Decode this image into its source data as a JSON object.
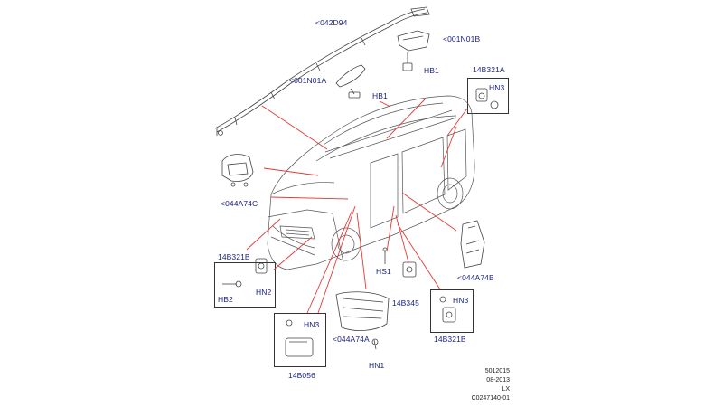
{
  "labels": {
    "l042D94": "<042D94",
    "l001N01B": "<001N01B",
    "lHB1a": "HB1",
    "l14B321A": "14B321A",
    "lHN3a": "HN3",
    "l001N01A": "<001N01A",
    "lHB1b": "HB1",
    "l044A74C": "<044A74C",
    "l14B321B_left": "14B321B",
    "lHB2": "HB2",
    "lHN2": "HN2",
    "lHN3b": "HN3",
    "l14B056": "14B056",
    "l044A74A": "<044A74A",
    "lHN1": "HN1",
    "lHS1": "HS1",
    "l14B345": "14B345",
    "lHN3c": "HN3",
    "l14B321B_right": "14B321B",
    "l044A74B": "<044A74B"
  },
  "footer": {
    "line1": "5012015",
    "line2": "08-2013",
    "line3": "LX",
    "line4": "C0247140-01"
  },
  "colors": {
    "label": "#1a237e",
    "leader": "#e53935",
    "outline": "#333333"
  }
}
